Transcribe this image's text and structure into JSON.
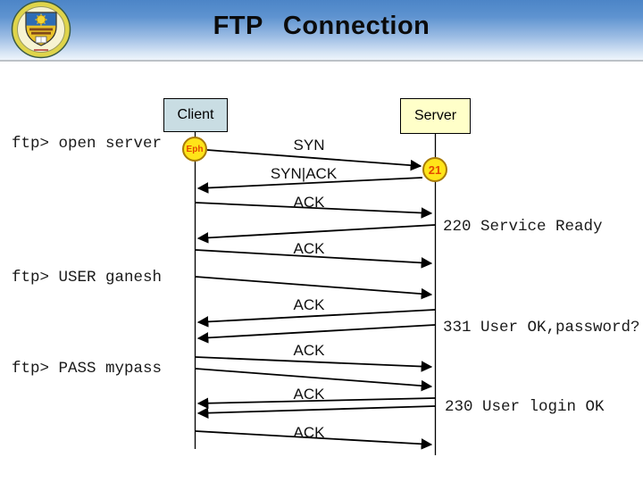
{
  "slide": {
    "title": "FTP Connection"
  },
  "logo": {
    "name": "university-crest"
  },
  "diagram": {
    "client_label": "Client",
    "server_label": "Server",
    "client_port": "Eph",
    "server_port": "21",
    "arrow_labels": [
      "SYN",
      "SYN|ACK",
      "ACK",
      "ACK",
      "ACK",
      "ACK",
      "ACK",
      "ACK"
    ],
    "commands": [
      "ftp> open server",
      "ftp> USER ganesh",
      "ftp> PASS mypass"
    ],
    "responses": [
      "220 Service Ready",
      "331 User OK,password?",
      "230 User login OK"
    ]
  },
  "colors": {
    "header_top": "#4c85c7",
    "header_bottom": "#eef4fb",
    "client_box": "#c9dde3",
    "server_box": "#ffffc9",
    "port_fill": "#ffe419",
    "port_border": "#a87b08",
    "port_text": "#e34a00",
    "line": "#000000",
    "title_text": "#0b0b0b"
  }
}
